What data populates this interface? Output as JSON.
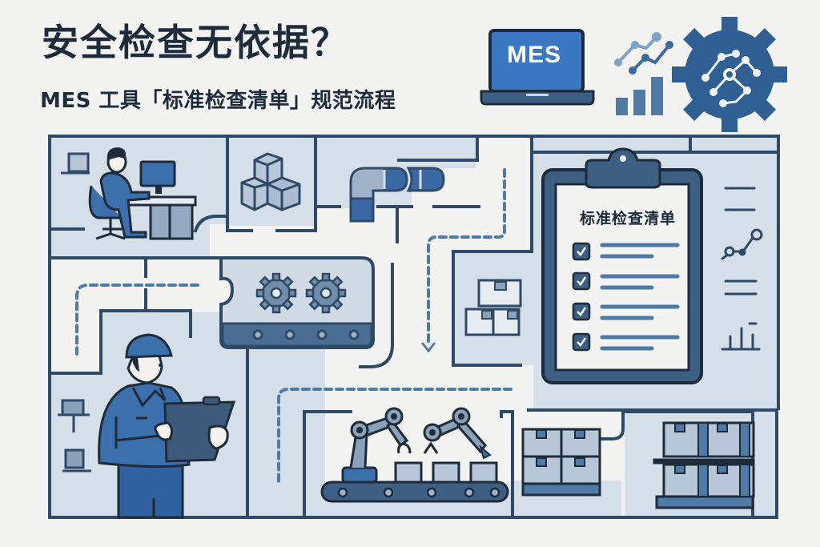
{
  "header": {
    "title": "安全检查无依据？",
    "subtitle": "MES 工具「标准检查清单」规范流程"
  },
  "laptop": {
    "screen_label": "MES"
  },
  "clipboard": {
    "title": "标准检查清单",
    "items_checked": [
      true,
      true,
      true,
      true
    ]
  },
  "icons": [
    "laptop-icon",
    "trend-line-icon",
    "bar-chart-icon",
    "gear-network-icon",
    "office-worker-icon",
    "boxes-icon",
    "pipe-icon",
    "gears-conveyor-icon",
    "pallet-boxes-icon",
    "inspector-worker-icon",
    "robot-arms-conveyor-icon",
    "warehouse-rack-icon"
  ],
  "colors": {
    "background": "#f3f3f1",
    "ink": "#1d2b3a",
    "outline": "#2f4a66",
    "primary_blue": "#3a72b8",
    "mid_blue": "#3d6a9a",
    "light_fill": "#d5dfe9",
    "steel": "#8aa1ba"
  }
}
